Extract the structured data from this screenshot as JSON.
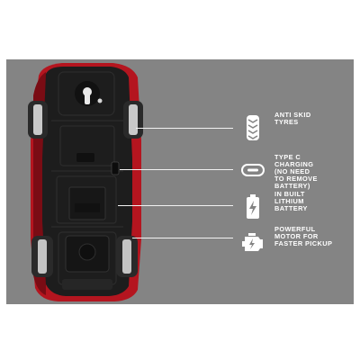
{
  "features": [
    {
      "icon": "tyre-tread-icon",
      "label": "ANTI SKID\nTYRES"
    },
    {
      "icon": "usb-type-c-icon",
      "label": "TYPE C\nCHARGING\n(NO NEED\nTO REMOVE\nBATTERY)"
    },
    {
      "icon": "battery-charging-icon",
      "label": "IN BUILT\nLITHIUM\nBATTERY"
    },
    {
      "icon": "engine-motor-icon",
      "label": "POWERFUL\nMOTOR FOR\nFASTER PICKUP"
    }
  ],
  "colors": {
    "panel": "#848484",
    "car_body": "#b4151f",
    "chassis": "#1c1c1c",
    "text": "#ffffff"
  }
}
